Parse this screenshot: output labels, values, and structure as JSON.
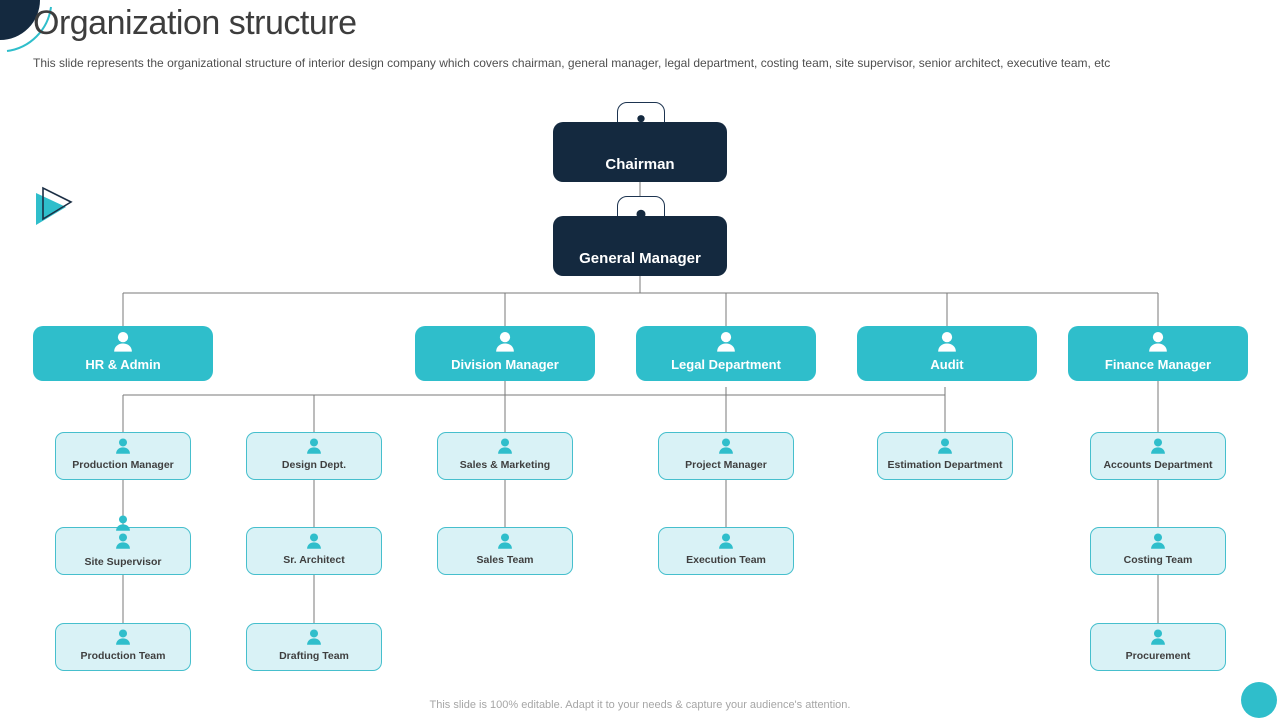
{
  "page": {
    "title": "Organization structure",
    "subtitle": "This slide represents the organizational structure of interior design company which covers chairman, general manager, legal department, costing team, site supervisor, senior architect, executive team, etc",
    "footer": "This slide is 100% editable. Adapt it to your needs & capture your audience's attention."
  },
  "colors": {
    "navy": "#14293f",
    "teal": "#2fbecb",
    "light_fill": "#d9f2f6",
    "light_border": "#46bfcd",
    "connector_gray": "#7a7a7a"
  },
  "org": {
    "level1": [
      {
        "label": "Chairman",
        "icon": "chairman-person-gear-icon"
      },
      {
        "label": "General Manager",
        "icon": "manager-person-icon"
      }
    ],
    "level2": [
      {
        "label": "HR & Admin"
      },
      {
        "label": "Division Manager"
      },
      {
        "label": "Legal Department"
      },
      {
        "label": "Audit"
      },
      {
        "label": "Finance Manager"
      }
    ],
    "level3": [
      {
        "label": "Production  Manager"
      },
      {
        "label": "Design Dept."
      },
      {
        "label": "Sales & Marketing"
      },
      {
        "label": "Project Manager"
      },
      {
        "label": "Estimation Department"
      },
      {
        "label": "Accounts Department"
      }
    ],
    "level4": [
      {
        "label": "Site Supervisor"
      },
      {
        "label": "Sr. Architect"
      },
      {
        "label": "Sales Team"
      },
      {
        "label": "Execution Team"
      },
      {
        "label": "Costing Team"
      }
    ],
    "level5": [
      {
        "label": "Production  Team"
      },
      {
        "label": "Drafting Team"
      },
      {
        "label": "Procurement"
      }
    ]
  }
}
